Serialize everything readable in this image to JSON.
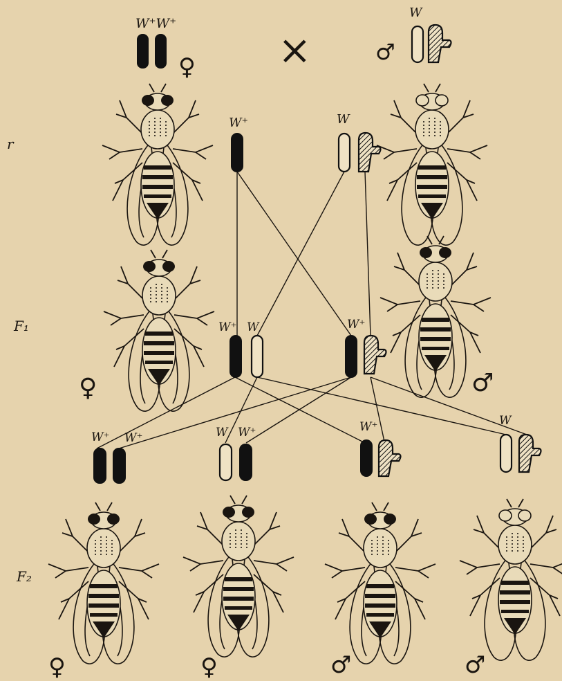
{
  "labels": {
    "parent_female_genotype": "W⁺W⁺",
    "parent_male_genotype": "W",
    "cross_symbol": "×",
    "gamete_female": "W⁺",
    "gamete_male": "W",
    "f1_female_left": "W⁺",
    "f1_female_right": "W",
    "f1_male": "W⁺",
    "f2_1_left": "W⁺",
    "f2_1_right": "W⁺",
    "f2_2_left": "W",
    "f2_2_right": "W⁺",
    "f2_3": "W⁺",
    "f2_4": "W"
  },
  "generations": {
    "p": "r",
    "f1": "F₁",
    "f2": "F₂"
  },
  "sex_symbols": {
    "female": "♀",
    "male": "♂"
  },
  "colors": {
    "paper": "#e6d3ad",
    "ink": "#1a1510"
  }
}
